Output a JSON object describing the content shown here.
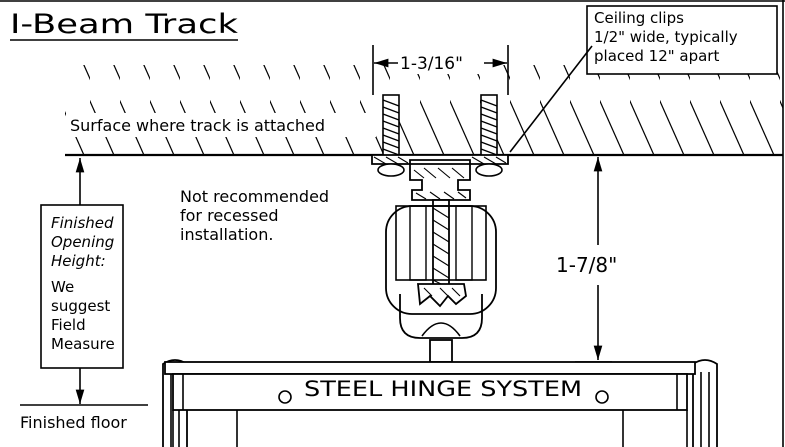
{
  "title": "I-Beam Track",
  "callout": {
    "lines": [
      "Ceiling clips",
      "1/2\" wide, typically",
      "placed 12\" apart"
    ]
  },
  "surface_label": "Surface where track is attached",
  "dimension_top": "1-3/16\"",
  "dimension_right": "1-7/8\"",
  "note_lines": [
    "Not recommended",
    "for recessed",
    "installation."
  ],
  "opening_box": {
    "italic_lines": [
      "Finished",
      "Opening",
      "Height:"
    ],
    "lines": [
      "We",
      "suggest",
      "Field",
      "Measure"
    ]
  },
  "floor_label": "Finished floor",
  "door_panel_label": "STEEL HINGE SYSTEM"
}
